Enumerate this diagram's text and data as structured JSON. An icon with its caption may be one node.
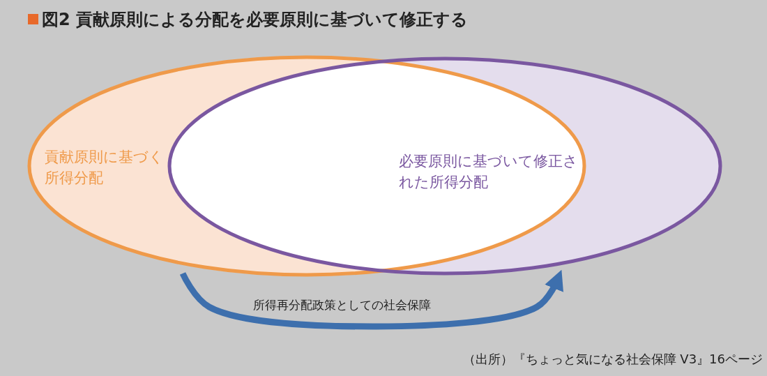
{
  "diagram": {
    "title": "図2 貢献原則による分配を必要原則に基づいて修正する",
    "caption": "（出所）『ちょっと気になる社会保障 V3』16ページ",
    "nodes": [
      {
        "text": [
          "貢献原則に基づく所得分配"
        ]
      },
      {
        "text": [
          "必要原則に基づいて修正された所得分配"
        ]
      }
    ],
    "edges": [
      {
        "from": 0,
        "to": 1,
        "arrow": "to",
        "label": "所得再分配政策としての社会保障"
      }
    ]
  }
}
